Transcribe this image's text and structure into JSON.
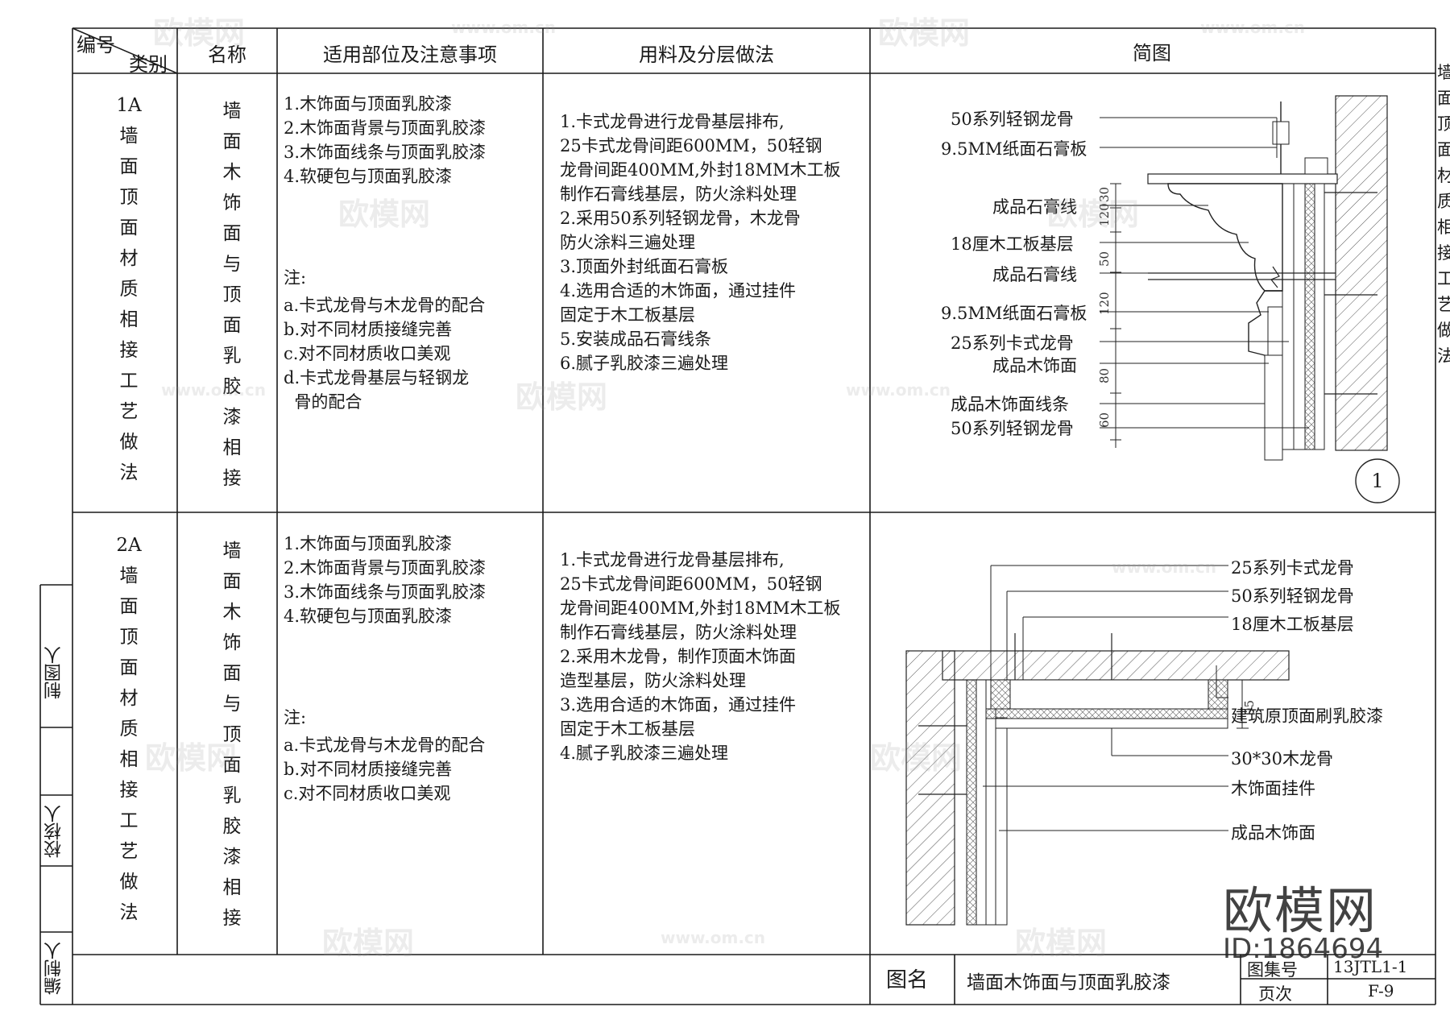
{
  "header": {
    "number_label": "编号",
    "category_label": "类别",
    "name": "名称",
    "scope": "适用部位及注意事项",
    "materials": "用料及分层做法",
    "diagram": "简图"
  },
  "rows": [
    {
      "code": "1A\n墙\n面\n顶\n面\n材\n质\n相\n接\n工\n艺\n做\n法",
      "name": "墙\n面\n木\n饰\n面\n与\n顶\n面\n乳\n胶\n漆\n相\n接",
      "scope_items": [
        "1.木饰面与顶面乳胶漆",
        "2.木饰面背景与顶面乳胶漆",
        "3.木饰面线条与顶面乳胶漆",
        "4.软硬包与顶面乳胶漆"
      ],
      "note_title": "注:",
      "notes": [
        "a.卡式龙骨与木龙骨的配合",
        "b.对不同材质接缝完善",
        "c.对不同材质收口美观",
        "d.卡式龙骨基层与轻钢龙",
        "  骨的配合"
      ],
      "materials": [
        "1.卡式龙骨进行龙骨基层排布,",
        "25卡式龙骨间距600MM，50轻钢",
        "龙骨间距400MM,外封18MM木工板",
        "制作石膏线基层，防火涂料处理",
        "2.采用50系列轻钢龙骨，木龙骨",
        "防火涂料三遍处理",
        "3.顶面外封纸面石膏板",
        "4.选用合适的木饰面，通过挂件",
        "固定于木工板基层",
        "5.安装成品石膏线条",
        "6.腻子乳胶漆三遍处理"
      ],
      "labels": [
        "50系列轻钢龙骨",
        "9.5MM纸面石膏板",
        "成品石膏线",
        "18厘木工板基层",
        "成品石膏线",
        "9.5MM纸面石膏板",
        "25系列卡式龙骨",
        "成品木饰面",
        "成品木饰面线条",
        "50系列轻钢龙骨"
      ],
      "dims": [
        "30",
        "120",
        "50",
        "120",
        "80",
        "60"
      ],
      "detail_no": "1"
    },
    {
      "code": "2A\n墙\n面\n顶\n面\n材\n质\n相\n接\n工\n艺\n做\n法",
      "name": "墙\n面\n木\n饰\n面\n与\n顶\n面\n乳\n胶\n漆\n相\n接",
      "scope_items": [
        "1.木饰面与顶面乳胶漆",
        "2.木饰面背景与顶面乳胶漆",
        "3.木饰面线条与顶面乳胶漆",
        "4.软硬包与顶面乳胶漆"
      ],
      "note_title": "注:",
      "notes": [
        "a.卡式龙骨与木龙骨的配合",
        "b.对不同材质接缝完善",
        "c.对不同材质收口美观"
      ],
      "materials": [
        "1.卡式龙骨进行龙骨基层排布,",
        "25卡式龙骨间距600MM，50轻钢",
        "龙骨间距400MM,外封18MM木工板",
        "制作石膏线基层，防火涂料处理",
        "2.采用木龙骨，制作顶面木饰面",
        "造型基层，防火涂料处理",
        "3.选用合适的木饰面，通过挂件",
        "固定于木工板基层",
        "4.腻子乳胶漆三遍处理"
      ],
      "labels": [
        "25系列卡式龙骨",
        "50系列轻钢龙骨",
        "18厘木工板基层",
        "建筑原顶面刷乳胶漆",
        "30*30木龙骨",
        "木饰面挂件",
        "成品木饰面"
      ],
      "dims": [
        "95"
      ]
    }
  ],
  "side_labels": [
    "制图人",
    "校核人",
    "编制人"
  ],
  "right_edge_text": "墙\n面\n顶\n面\n材\n质\n相\n接\n工\n艺\n做\n法",
  "footer": {
    "title_label": "图名",
    "title": "墙面木饰面与顶面乳胶漆",
    "set_label": "图集号",
    "set_value": "13JTL1-1",
    "page_label": "页次",
    "page_value": "F-9"
  },
  "watermark": {
    "brand": "欧模网",
    "site": "www.om.cn",
    "id": "ID:1864694"
  }
}
